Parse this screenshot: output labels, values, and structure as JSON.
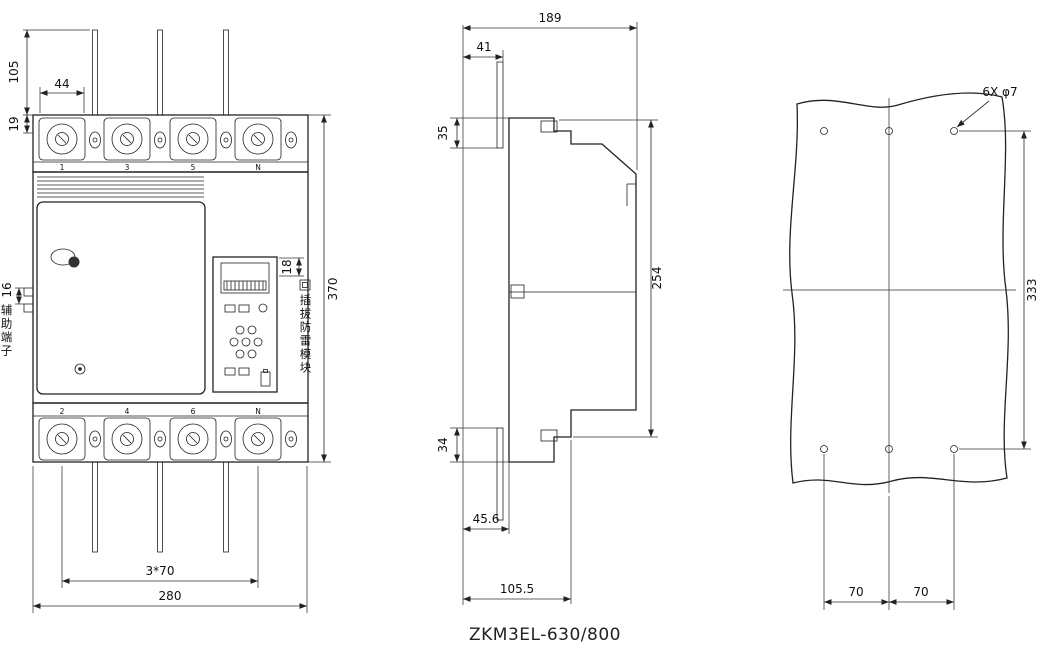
{
  "title": "ZKM3EL-630/800",
  "labels": {
    "aux_terminal": "辅助端子",
    "surge_module": "插拔防雷模块"
  },
  "front": {
    "terminals_top": [
      "1",
      "3",
      "5",
      "N"
    ],
    "terminals_bottom": [
      "2",
      "4",
      "6",
      "N"
    ],
    "dims": {
      "bar_ext": "105",
      "pole_width": "44",
      "top_strip": "19",
      "aux_gap": "16",
      "height": "370",
      "module_offset": "18",
      "pole_pitch": "3*70",
      "width": "280"
    }
  },
  "side": {
    "dims": {
      "depth": "189",
      "terminal_depth": "41",
      "top_offset": "35",
      "body_height": "254",
      "bottom_offset": "34",
      "base_depth": "45.6",
      "mount_depth": "105.5"
    }
  },
  "mount": {
    "dims": {
      "holes": "6X φ7",
      "hole_span_v": "333",
      "hole_span_h1": "70",
      "hole_span_h2": "70"
    }
  }
}
